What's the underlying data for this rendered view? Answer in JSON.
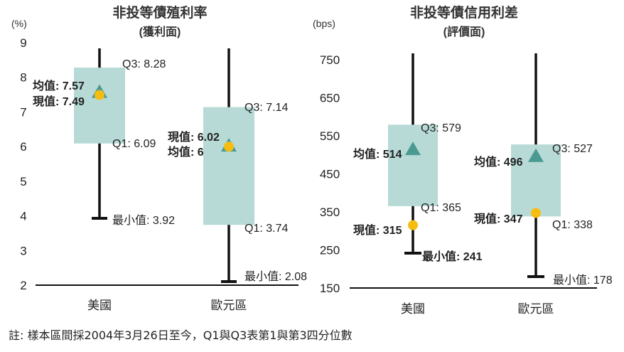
{
  "colors": {
    "box": "#b7dad6",
    "mean": "#4a9a92",
    "current": "#f6bd10",
    "line": "#111111"
  },
  "chart_data": [
    {
      "type": "box",
      "title": "非投等債殖利率",
      "subtitle": "(獲利面)",
      "unit": "(%)",
      "ylim": [
        2,
        9
      ],
      "yticks": [
        "2",
        "3",
        "4",
        "5",
        "6",
        "7",
        "8",
        "9"
      ],
      "categories": [
        "美國",
        "歐元區"
      ],
      "boxes": [
        {
          "category": "美國",
          "q1": 6.09,
          "q3": 8.28,
          "mean": 7.57,
          "current": 7.49,
          "min": 3.92,
          "q1_label": "Q1: 6.09",
          "q3_label": "Q3: 8.28",
          "mean_label": "均值: 7.57",
          "current_label": "現值: 7.49",
          "min_label": "最小值: 3.92"
        },
        {
          "category": "歐元區",
          "q1": 3.74,
          "q3": 7.14,
          "mean": 6.02,
          "current": 6.0,
          "min": 2.08,
          "q1_label": "Q1: 3.74",
          "q3_label": "Q3: 7.14",
          "mean_label": "均值: 6",
          "current_label": "現值: 6.02",
          "min_label": "最小值: 2.08"
        }
      ]
    },
    {
      "type": "box",
      "title": "非投等債信用利差",
      "subtitle": "(評價面)",
      "unit": "(bps)",
      "ylim": [
        150,
        800
      ],
      "yticks": [
        "150",
        "250",
        "350",
        "450",
        "550",
        "650",
        "750"
      ],
      "categories": [
        "美國",
        "歐元區"
      ],
      "boxes": [
        {
          "category": "美國",
          "q1": 365,
          "q3": 579,
          "mean": 514,
          "current": 315,
          "min": 241,
          "q1_label": "Q1: 365",
          "q3_label": "Q3: 579",
          "mean_label": "均值: 514",
          "current_label": "現值: 315",
          "min_label": "最小值: 241"
        },
        {
          "category": "歐元區",
          "q1": 338,
          "q3": 527,
          "mean": 496,
          "current": 347,
          "min": 178,
          "q1_label": "Q1: 338",
          "q3_label": "Q3: 527",
          "mean_label": "均值: 496",
          "current_label": "現值: 347",
          "min_label": "最小值: 178"
        }
      ]
    }
  ],
  "footnote": "註: 樣本區間採2004年3月26日至今，Q1與Q3表第1與第3四分位數"
}
